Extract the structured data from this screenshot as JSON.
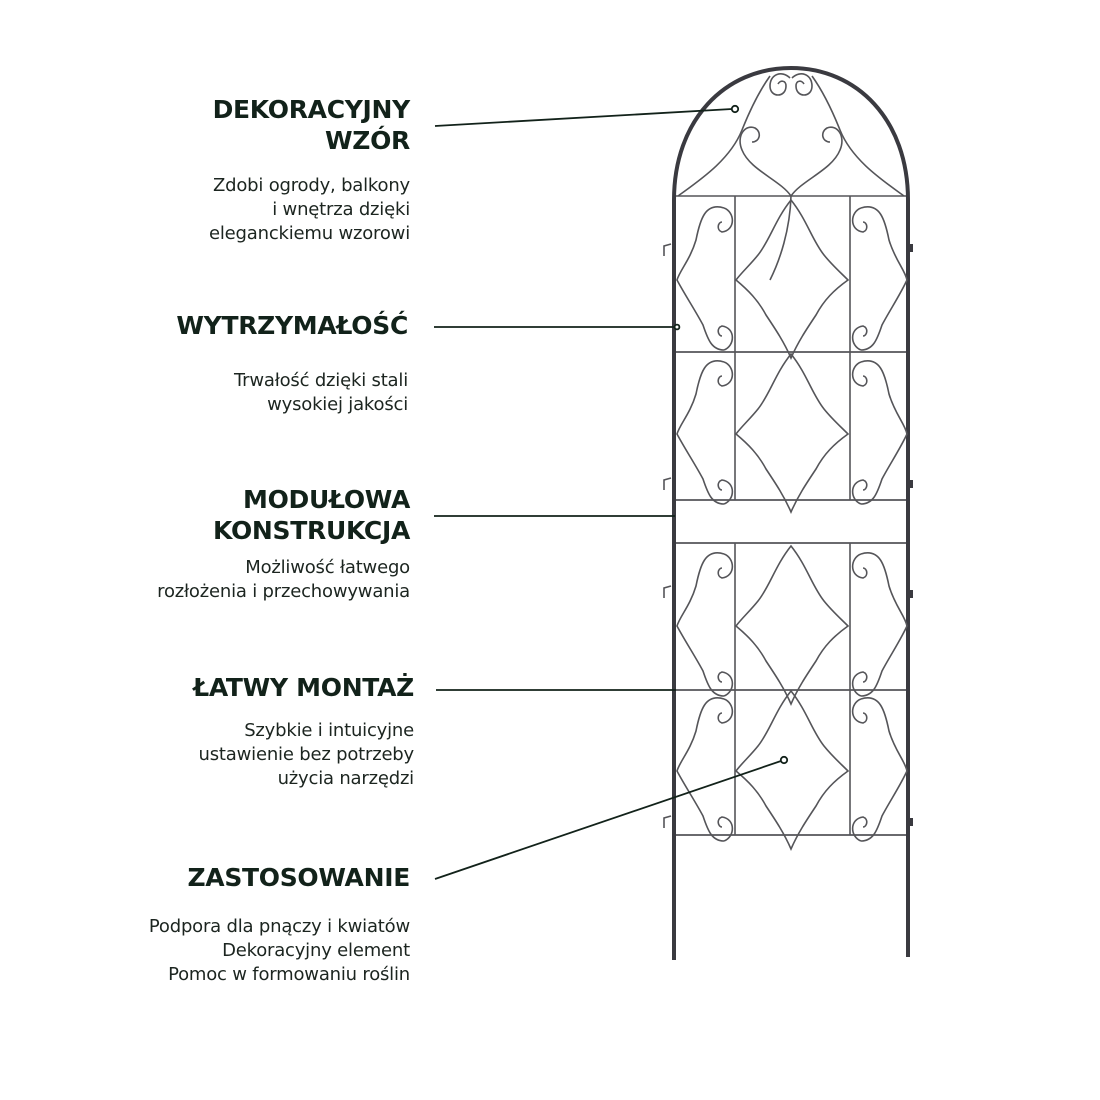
{
  "product": "Trellis / garden support (decorative metal)",
  "colors": {
    "heading": "#12221a",
    "body_text": "#1c2520",
    "callout_line": "#12221a",
    "frame_metal": "#3a3a40",
    "pattern_wire": "#555559",
    "background": "#ffffff"
  },
  "features": [
    {
      "title_lines": [
        "DEKORACYJNY",
        "WZÓR"
      ],
      "desc_lines": [
        "Zdobi ogrody, balkony",
        "i wnętrza dzięki",
        "eleganckiemu wzorowi"
      ]
    },
    {
      "title_lines": [
        "WYTRZYMAŁOŚĆ"
      ],
      "desc_lines": [
        "Trwałość dzięki stali",
        "wysokiej jakości"
      ]
    },
    {
      "title_lines": [
        "MODUŁOWA",
        "KONSTRUKCJA"
      ],
      "desc_lines": [
        "Możliwość łatwego",
        "rozłożenia i przechowywania"
      ]
    },
    {
      "title_lines": [
        "ŁATWY MONTAŻ"
      ],
      "desc_lines": [
        "Szybkie i intuicyjne",
        "ustawienie bez potrzeby",
        "użycia narzędzi"
      ]
    },
    {
      "title_lines": [
        "ZASTOSOWANIE"
      ],
      "desc_lines": [
        "Podpora dla pnączy i kwiatów",
        "Dekoracyjny element",
        "Pomoc w formowaniu roślin"
      ]
    }
  ]
}
